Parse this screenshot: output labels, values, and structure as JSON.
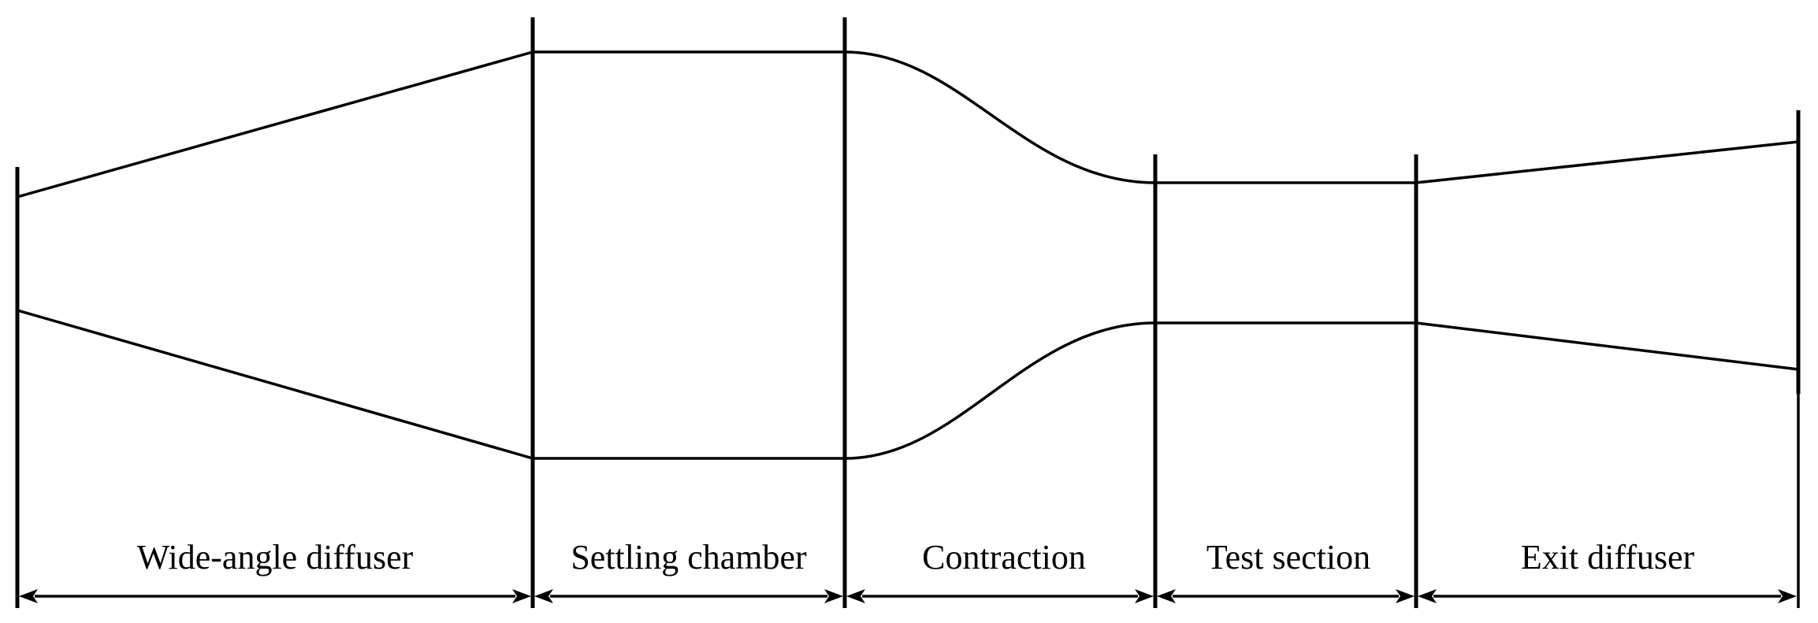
{
  "diagram": {
    "sections": [
      {
        "id": "wide-angle-diffuser",
        "label": "Wide-angle diffuser"
      },
      {
        "id": "settling-chamber",
        "label": "Settling chamber"
      },
      {
        "id": "contraction",
        "label": "Contraction"
      },
      {
        "id": "test-section",
        "label": "Test section"
      },
      {
        "id": "exit-diffuser",
        "label": "Exit diffuser"
      }
    ]
  }
}
